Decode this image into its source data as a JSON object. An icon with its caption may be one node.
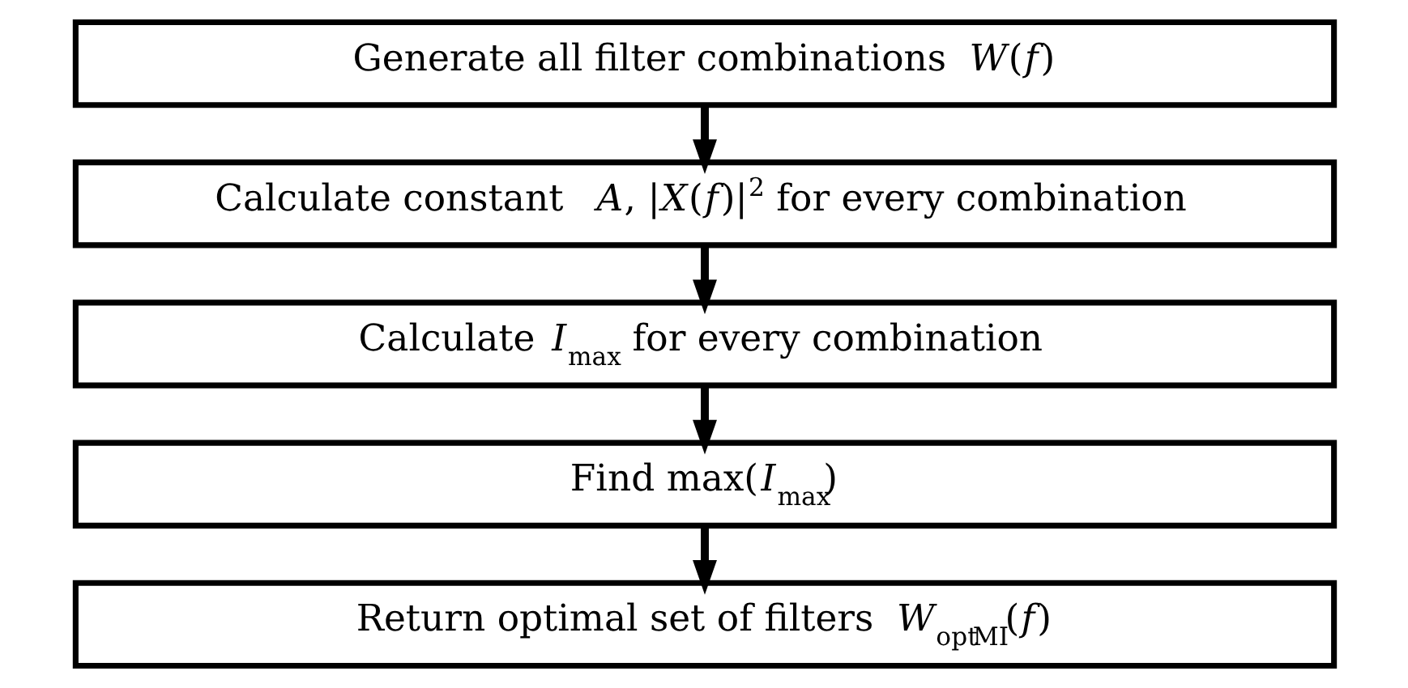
{
  "diagram": {
    "nodes": [
      {
        "text": [
          "Generate all filter combinations *W*(*f*)"
        ]
      },
      {
        "text": [
          "Calculate constant  *A*, |*X*(*f*)|$^{2}$ for every combination"
        ]
      },
      {
        "text": [
          "Calculate *I*$_{max}$ for every combination"
        ]
      },
      {
        "text": [
          "Find max(*I*$_{max}$)"
        ]
      },
      {
        "text": [
          "Return optimal set of filters *W*$_{opt}$$_{MI}$(*f*)"
        ]
      }
    ],
    "edges": [
      {
        "from": 0,
        "to": 1,
        "arrow": "to"
      },
      {
        "from": 1,
        "to": 2,
        "arrow": "to"
      },
      {
        "from": 2,
        "to": 3,
        "arrow": "to"
      },
      {
        "from": 3,
        "to": 4,
        "arrow": "to"
      }
    ]
  }
}
